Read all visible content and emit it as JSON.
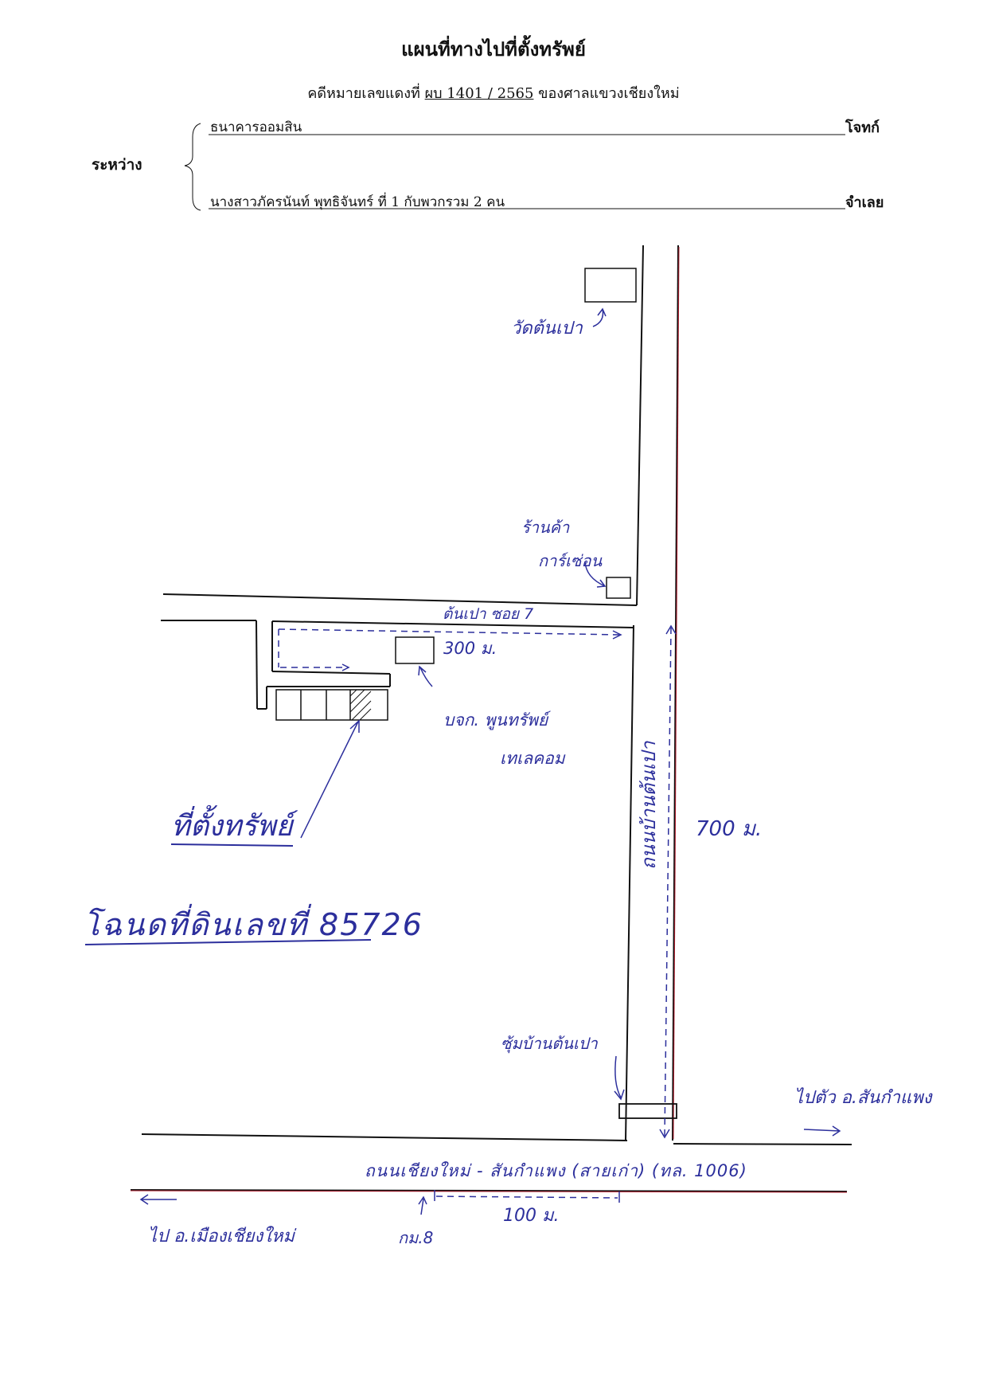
{
  "header": {
    "title": "แผนที่ทางไปที่ตั้งทรัพย์",
    "case_prefix": "คดีหมายเลขแดงที่",
    "case_number": "ผบ 1401 / 2565",
    "court": "ของศาลแขวงเชียงใหม่",
    "between_label": "ระหว่าง",
    "plaintiff": "ธนาคารออมสิน",
    "plaintiff_role": "โจทก์",
    "defendant": "นางสาวภัครนันท์ พุทธิจันทร์ ที่ 1 กับพวกรวม 2 คน",
    "defendant_role": "จำเลย"
  },
  "map_labels": {
    "temple": "วัดต้นเปา",
    "shop": "ร้านค้า",
    "shop_line2": "การ์เซ่อน",
    "soi": "ต้นเปา ซอย 7",
    "soi_distance": "300 ม.",
    "company": "บจก. พูนทรัพย์",
    "company_line2": "เทเลคอม",
    "property": "ที่ตั้งทรัพย์",
    "title_deed": "โฉนดที่ดินเลขที่ 85726",
    "village_road": "ถนนบ้านต้นเปา",
    "village_road_distance": "700 ม.",
    "village_gate": "ซุ้มบ้านต้นเปา",
    "to_sankamphaeng": "ไปตัว อ.สันกำแพง",
    "main_road": "ถนนเชียงใหม่ - สันกำแพง (สายเก่า) (ทล. 1006)",
    "to_muang": "ไป อ.เมืองเชียงใหม่",
    "km_marker": "กม.8",
    "main_distance": "100 ม."
  },
  "colors": {
    "ink": "#111111",
    "pen": "#2c2f9c",
    "red_pen": "#b01e2e"
  }
}
